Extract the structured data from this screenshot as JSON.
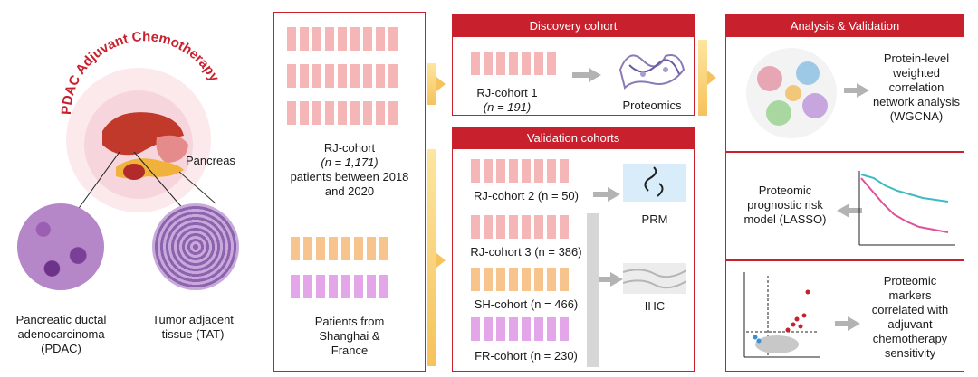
{
  "left": {
    "circle_title": "PDAC Adjuvant Chemotherapy",
    "pancreas_label": "Pancreas",
    "pdac_label": "Pancreatic ductal adenocarcinoma (PDAC)",
    "tat_label": "Tumor adjacent tissue (TAT)"
  },
  "patients": {
    "rj_label": "RJ-cohort",
    "rj_n": "(n = 1,171)",
    "rj_desc": "patients between 2018 and 2020",
    "other_label": "Patients from Shanghai & France"
  },
  "discovery": {
    "header": "Discovery cohort",
    "cohort": "RJ-cohort 1",
    "n": "(n = 191)",
    "method": "Proteomics"
  },
  "validation": {
    "header": "Validation cohorts",
    "cohorts": [
      "RJ-cohort 2 (n = 50)",
      "RJ-cohort 3 (n = 386)",
      "SH-cohort (n = 466)",
      "FR-cohort (n = 230)"
    ],
    "prm": "PRM",
    "ihc": "IHC"
  },
  "analysis": {
    "header": "Analysis & Validation",
    "wgcna": "Protein-level weighted correlation network analysis (WGCNA)",
    "lasso": "Proteomic prognostic risk model (LASSO)",
    "markers": "Proteomic markers correlated with adjuvant chemotherapy sensitivity"
  },
  "colors": {
    "accent_red": "#c8202c",
    "person_pink": "#f4b6b6",
    "person_orange": "#f7c48e",
    "person_violet": "#e3a6e8",
    "arrow_yellow": "#f6c25c",
    "arrow_gray": "#b3b3b3"
  }
}
